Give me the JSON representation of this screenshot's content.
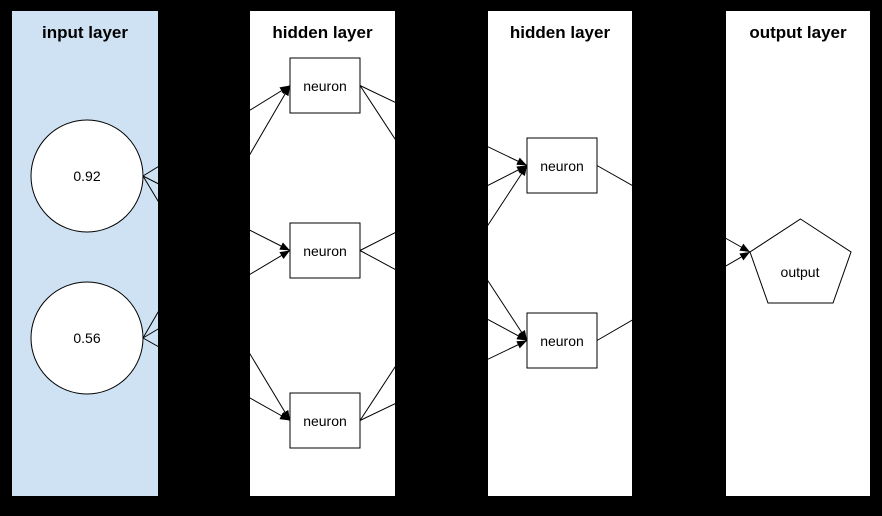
{
  "diagram": {
    "background_color": "#000000",
    "edge_color": "#000000",
    "node_fill": "#ffffff",
    "layers": [
      {
        "title": "input layer",
        "fill": "#cfe2f3",
        "nodes": [
          {
            "shape": "circle",
            "label": "0.92"
          },
          {
            "shape": "circle",
            "label": "0.56"
          }
        ]
      },
      {
        "title": "hidden layer",
        "fill": "#ffffff",
        "nodes": [
          {
            "shape": "rectangle",
            "label": "neuron"
          },
          {
            "shape": "rectangle",
            "label": "neuron"
          },
          {
            "shape": "rectangle",
            "label": "neuron"
          }
        ]
      },
      {
        "title": "hidden layer",
        "fill": "#ffffff",
        "nodes": [
          {
            "shape": "rectangle",
            "label": "neuron"
          },
          {
            "shape": "rectangle",
            "label": "neuron"
          }
        ]
      },
      {
        "title": "output layer",
        "fill": "#ffffff",
        "nodes": [
          {
            "shape": "pentagon",
            "label": "output"
          }
        ]
      }
    ]
  }
}
